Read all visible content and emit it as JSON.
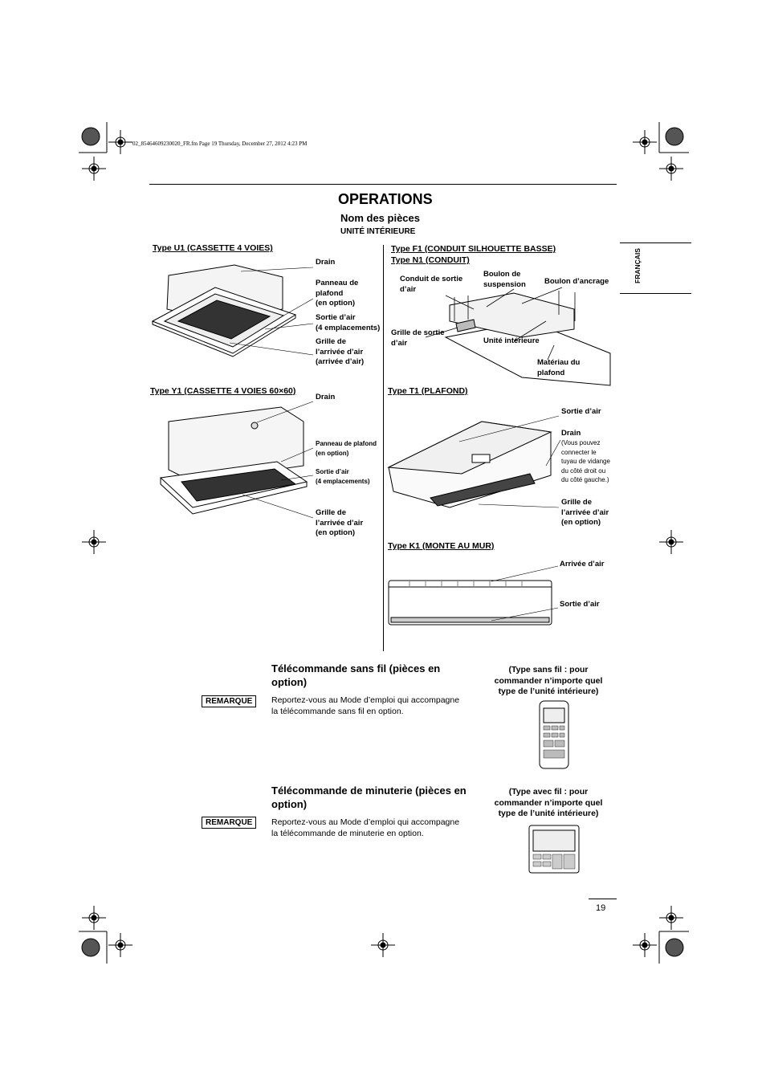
{
  "header": {
    "file_stamp": "02_85464609230020_FR.fm  Page 19  Thursday, December 27, 2012  4:23 PM",
    "title": "OPERATIONS",
    "section": "Nom des pièces",
    "subsection": "UNITÉ INTÉRIEURE",
    "language_tab": "FRANÇAIS"
  },
  "units": {
    "u1": {
      "title": "Type U1 (CASSETTE 4 VOIES)",
      "labels": [
        "Drain",
        "Panneau de\nplafond\n(en option)",
        "Sortie d’air\n(4 emplacements)",
        "Grille de\nl’arrivée d’air\n(arrivée d’air)"
      ]
    },
    "f1": {
      "title1": "Type F1 (CONDUIT SILHOUETTE BASSE)",
      "title2": "Type N1 (CONDUIT)",
      "labels": [
        "Conduit de sortie\nd’air",
        "Boulon de\nsuspension",
        "Boulon d’ancrage",
        "Grille de sortie\nd’air",
        "Unité intérieure",
        "Matériau du\nplafond"
      ]
    },
    "y1": {
      "title": "Type Y1 (CASSETTE 4 VOIES 60×60)",
      "labels": [
        "Drain",
        "Panneau de plafond\n(en option)",
        "Sortie d’air\n(4 emplacements)",
        "Grille de\nl’arrivée d’air\n(en option)"
      ]
    },
    "t1": {
      "title": "Type T1 (PLAFOND)",
      "labels": [
        "Sortie d’air",
        "Drain",
        "(Vous pouvez\nconnecter le\ntuyau de vidange\ndu côté droit ou\ndu côté gauche.)",
        "Grille de\nl’arrivée d’air\n(en option)"
      ]
    },
    "k1": {
      "title": "Type K1 (MONTE AU MUR)",
      "labels": [
        "Arrivée d’air",
        "Sortie d’air"
      ]
    }
  },
  "remotes": {
    "wireless": {
      "heading": "Télécommande sans fil (pièces en\noption)",
      "badge": "REMARQUE",
      "text": "Reportez-vous au Mode d’emploi qui accompagne\nla télécommande sans fil en option.",
      "caption": "(Type sans fil : pour\ncommander n’importe quel\ntype de l’unité intérieure)"
    },
    "timer": {
      "heading": "Télécommande de minuterie (pièces en\noption)",
      "badge": "REMARQUE",
      "text": "Reportez-vous au Mode d’emploi qui accompagne\nla télécommande de minuterie en option.",
      "caption": "(Type avec fil : pour\ncommander n’importe quel\ntype de l’unité intérieure)"
    }
  },
  "footer": {
    "page_number": "19"
  }
}
